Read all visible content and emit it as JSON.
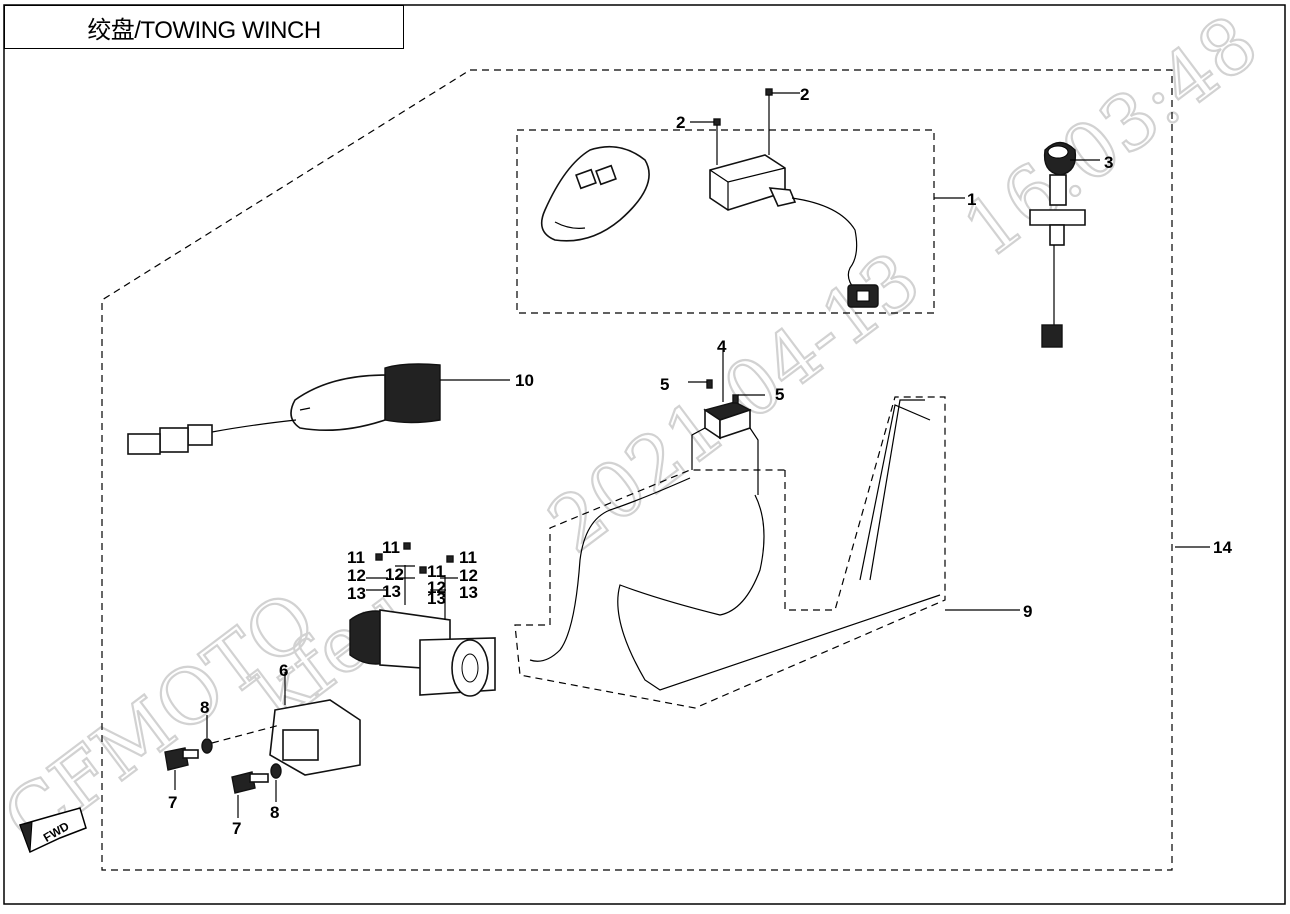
{
  "title": "绞盘/TOWING WINCH",
  "watermark": {
    "brand": "CFMOTO",
    "user": "kfeu",
    "date": "2021-04-13",
    "time": "16:03:48"
  },
  "orientation_badge": "FWD",
  "callouts": {
    "c1": "1",
    "c2a": "2",
    "c2b": "2",
    "c3": "3",
    "c4": "4",
    "c5a": "5",
    "c5b": "5",
    "c6": "6",
    "c7a": "7",
    "c7b": "7",
    "c8a": "8",
    "c8b": "8",
    "c9": "9",
    "c10": "10",
    "c11a": "11",
    "c11b": "11",
    "c11c": "11",
    "c11d": "11",
    "c12a": "12",
    "c12b": "12",
    "c12c": "12",
    "c12d": "12",
    "c13a": "13",
    "c13b": "13",
    "c13c": "13",
    "c13d": "13",
    "c14": "14"
  },
  "colors": {
    "line": "#000000",
    "watermark": "#d2d2d2",
    "background": "#ffffff"
  }
}
